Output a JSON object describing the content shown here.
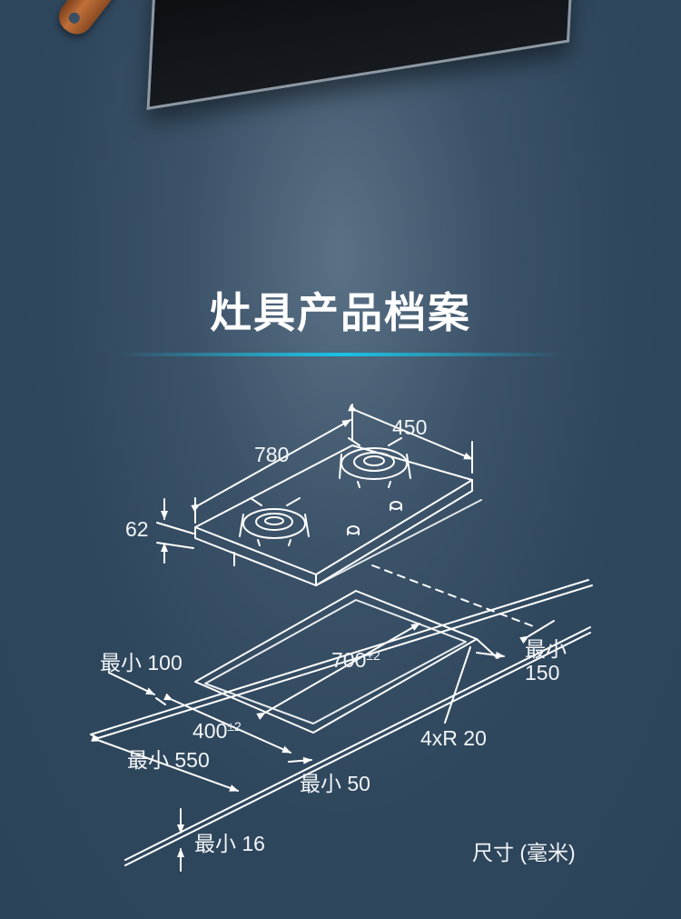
{
  "title": "灶具产品档案",
  "dimensions": {
    "length": "780",
    "width": "450",
    "height": "62",
    "min_right": "最小",
    "min_right_value": "150",
    "cutout_length": "700",
    "cutout_length_tol": "±2",
    "cutout_width": "400",
    "cutout_width_tol": "±2",
    "corner_radius": "4xR 20",
    "min_left": "最小 100",
    "min_front_depth": "最小 550",
    "min_front": "最小 50",
    "min_thickness": "最小 16"
  },
  "unit_note": "尺寸 (毫米)",
  "colors": {
    "background": "#34495f",
    "accent": "#17c2e6",
    "line": "#ffffff"
  }
}
